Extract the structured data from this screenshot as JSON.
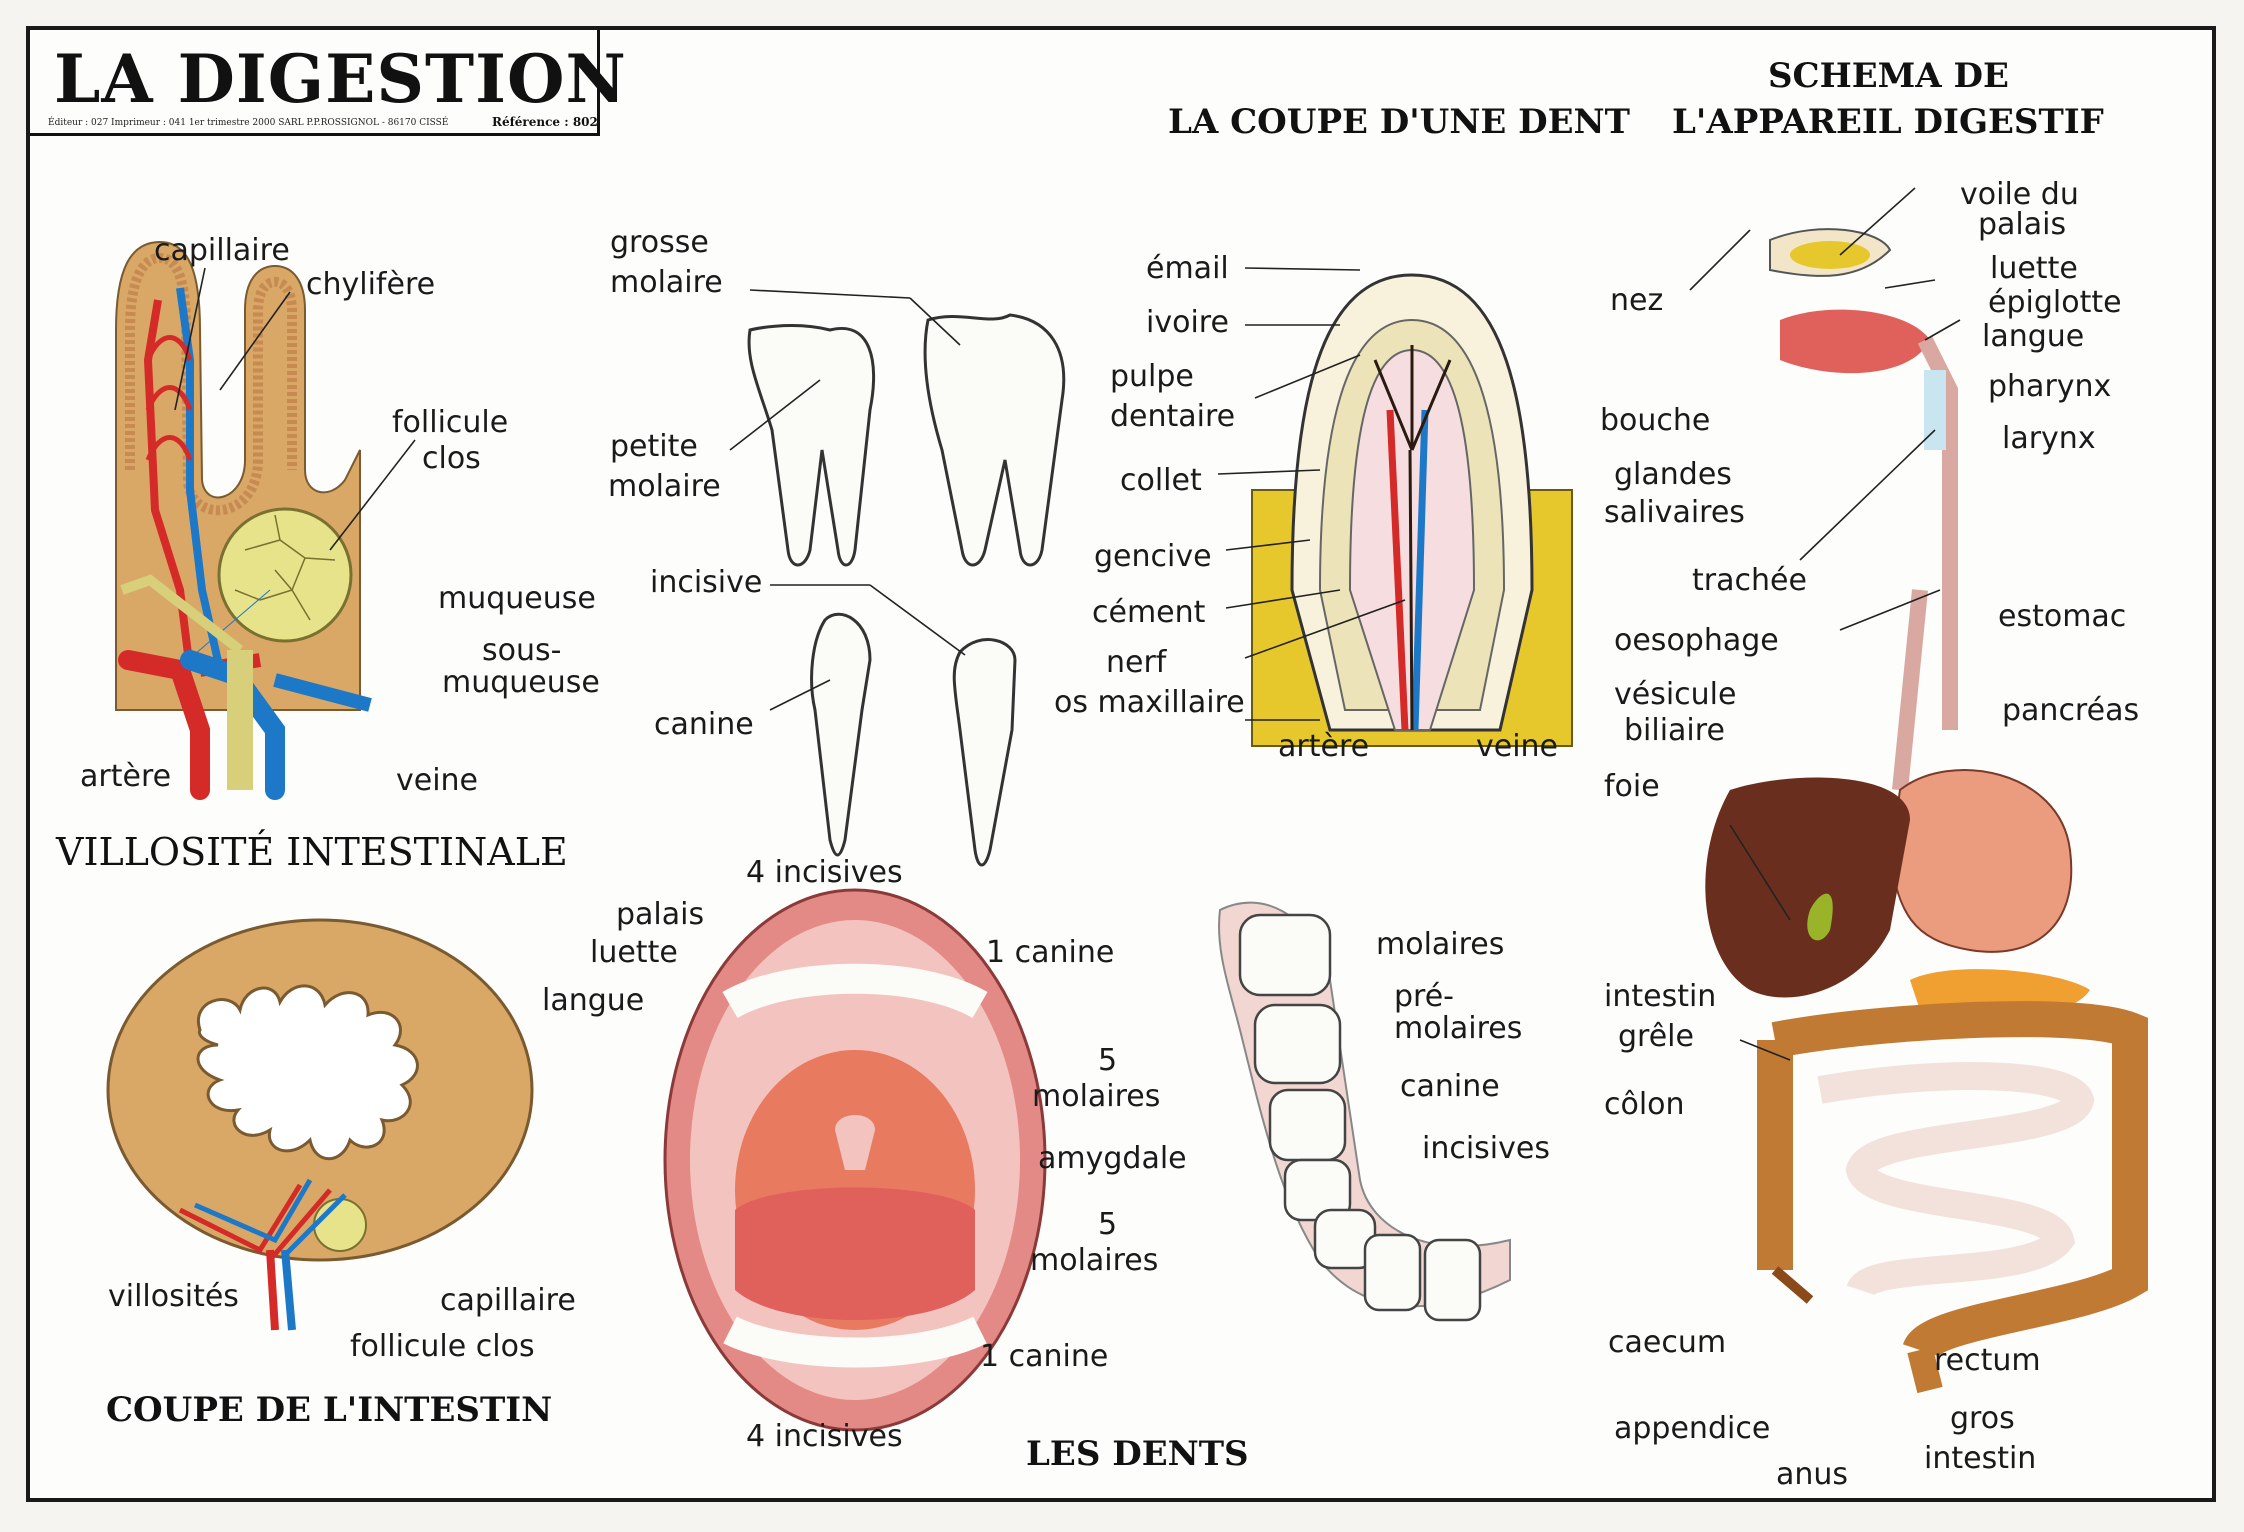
{
  "header": {
    "title": "LA DIGESTION",
    "credits": "Éditeur : 027   Imprimeur : 041   1er trimestre 2000  SARL P.P.ROSSIGNOL - 86170 CISSÉ",
    "reference": "Référence : 802"
  },
  "sections": {
    "villosite": "VILLOSITÉ INTESTINALE",
    "coupe_intestin": "COUPE DE L'INTESTIN",
    "dents": "LES DENTS",
    "coupe_dent": "LA COUPE D'UNE DENT",
    "schema_1": "SCHEMA DE",
    "schema_2": "L'APPAREIL DIGESTIF"
  },
  "villosite_labels": {
    "capillaire": "capillaire",
    "chylifere": "chylifère",
    "follicule_1": "follicule",
    "follicule_2": "clos",
    "muqueuse": "muqueuse",
    "sous_1": "sous-",
    "sous_2": "muqueuse",
    "artere": "artère",
    "veine": "veine"
  },
  "intestin_labels": {
    "villosites": "villosités",
    "capillaire": "capillaire",
    "follicule": "follicule clos"
  },
  "teeth_labels": {
    "grosse_1": "grosse",
    "grosse_2": "molaire",
    "petite_1": "petite",
    "petite_2": "molaire",
    "incisive": "incisive",
    "canine": "canine"
  },
  "mouth_labels": {
    "incisives_top": "4 incisives",
    "palais": "palais",
    "luette": "luette",
    "langue": "langue",
    "canine_top": "1 canine",
    "molaires_top_n": "5",
    "molaires_top": "molaires",
    "amygdale": "amygdale",
    "molaires_bot_n": "5",
    "molaires_bot": "molaires",
    "canine_bot": "1 canine",
    "incisives_bot": "4 incisives"
  },
  "jaw_labels": {
    "molaires": "molaires",
    "pre_1": "pré-",
    "pre_2": "molaires",
    "canine": "canine",
    "incisives": "incisives"
  },
  "dent_labels": {
    "email": "émail",
    "ivoire": "ivoire",
    "pulpe_1": "pulpe",
    "pulpe_2": "dentaire",
    "collet": "collet",
    "gencive": "gencive",
    "cement": "cément",
    "nerf": "nerf",
    "os": "os maxillaire",
    "artere": "artère",
    "veine": "veine"
  },
  "appareil_labels": {
    "voile_1": "voile du",
    "voile_2": "palais",
    "luette": "luette",
    "epiglotte": "épiglotte",
    "langue": "langue",
    "pharynx": "pharynx",
    "larynx": "larynx",
    "nez": "nez",
    "bouche": "bouche",
    "glandes_1": "glandes",
    "glandes_2": "salivaires",
    "trachee": "trachée",
    "oesophage": "oesophage",
    "estomac": "estomac",
    "pancreas": "pancréas",
    "vesicule_1": "vésicule",
    "vesicule_2": "biliaire",
    "foie": "foie",
    "intestin_1": "intestin",
    "intestin_2": "grêle",
    "colon": "côlon",
    "caecum": "caecum",
    "appendice": "appendice",
    "anus": "anus",
    "rectum": "rectum",
    "gros_1": "gros",
    "gros_2": "intestin"
  },
  "colors": {
    "artery": "#d42a28",
    "vein": "#1e78c8",
    "lymph": "#d8cf7a",
    "tissue": "#d9a866",
    "mouth_pink": "#e48a86",
    "tongue": "#e0605c",
    "bone": "#e6c72c",
    "liver": "#6a2e1e",
    "stomach": "#ec9c7e",
    "colon": "#c07a34",
    "pancreas": "#f0a030"
  }
}
